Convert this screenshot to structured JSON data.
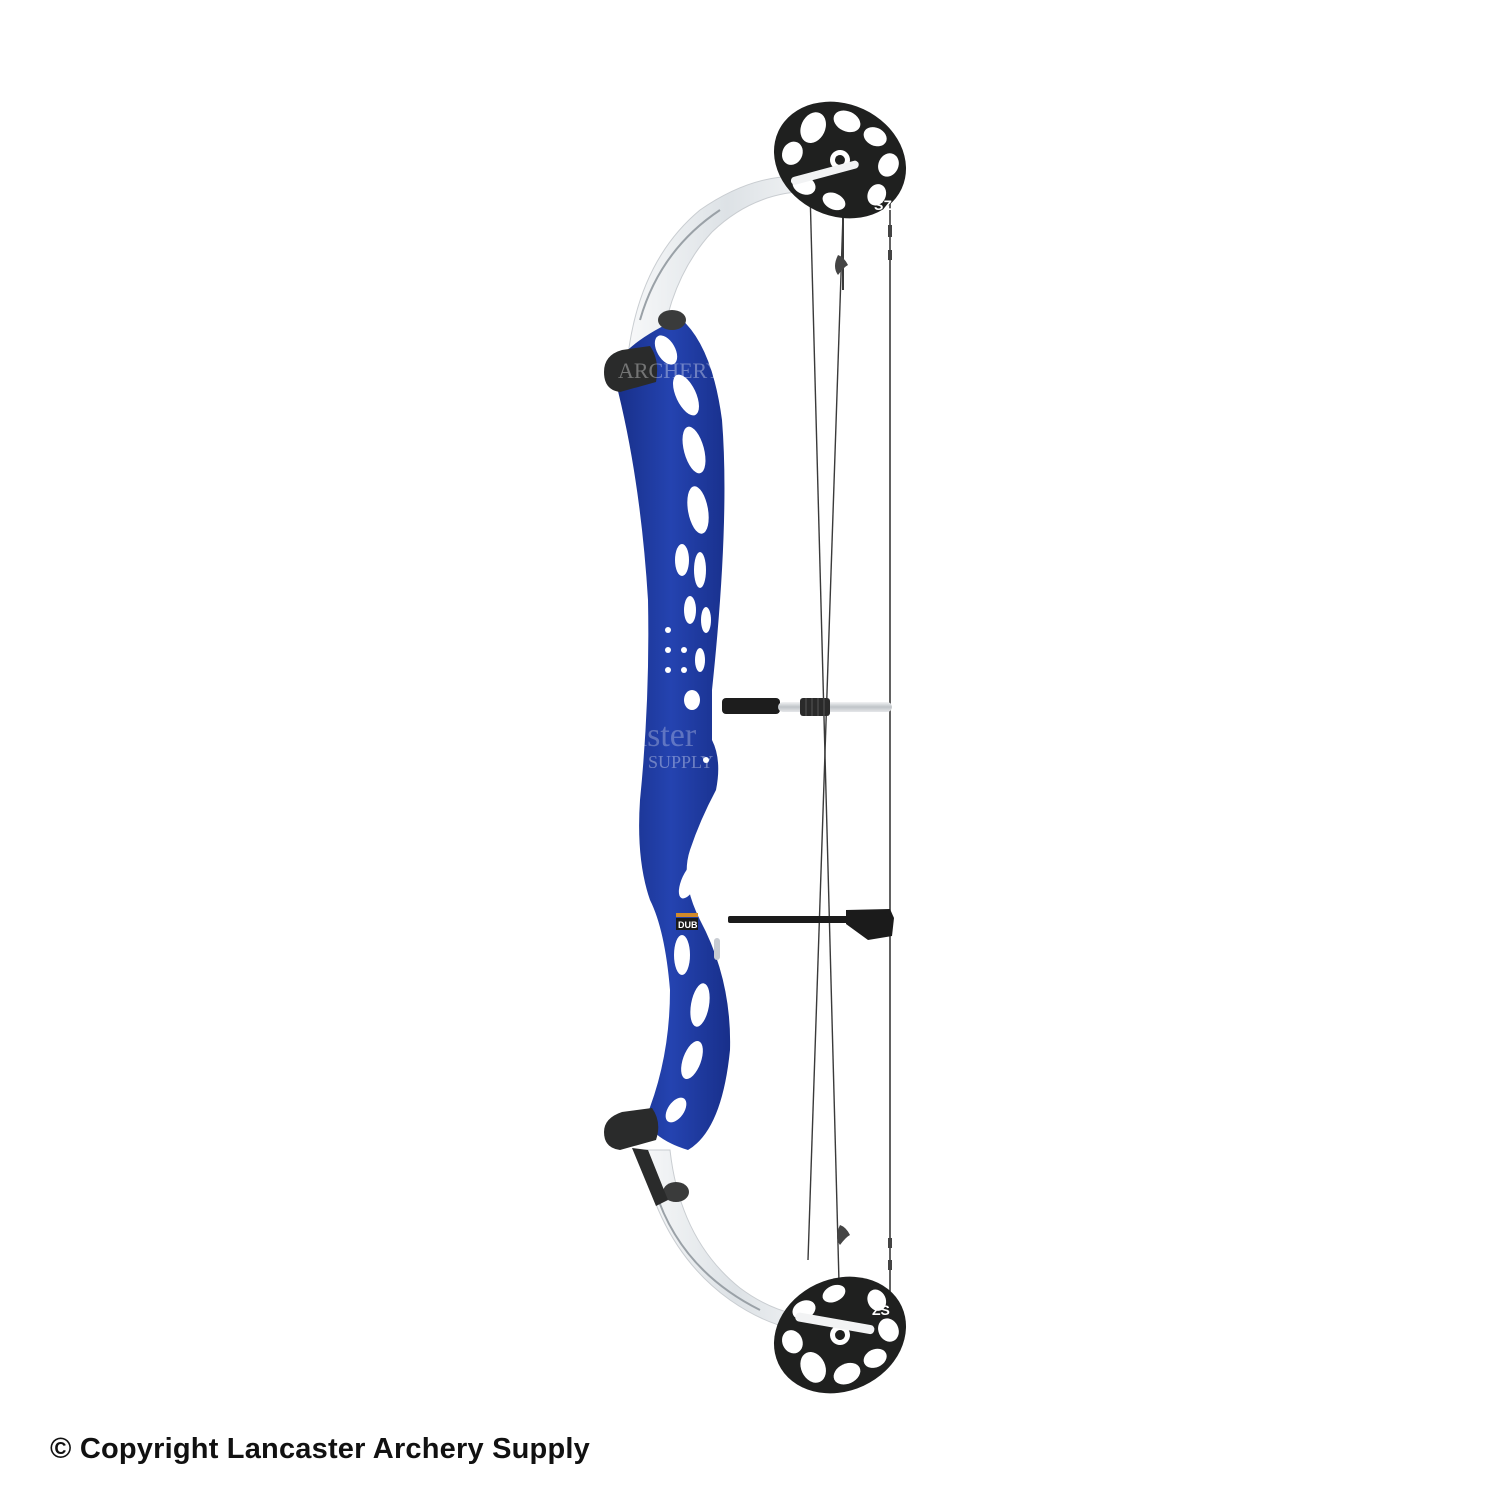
{
  "image": {
    "subject": "Target compound bow",
    "background_color": "#ffffff",
    "riser_color": "#1f3a9e",
    "limb_color": "#e8ecef",
    "cam_color": "#1e1f1e",
    "cam_labels": {
      "top": "SZ",
      "bottom": "ZS"
    },
    "riser_badge": "DUB"
  },
  "watermark": {
    "line1": "ARCHERY",
    "line2": "aster",
    "line3": "SUPPLY"
  },
  "copyright": {
    "text": "© Copyright Lancaster Archery Supply"
  }
}
